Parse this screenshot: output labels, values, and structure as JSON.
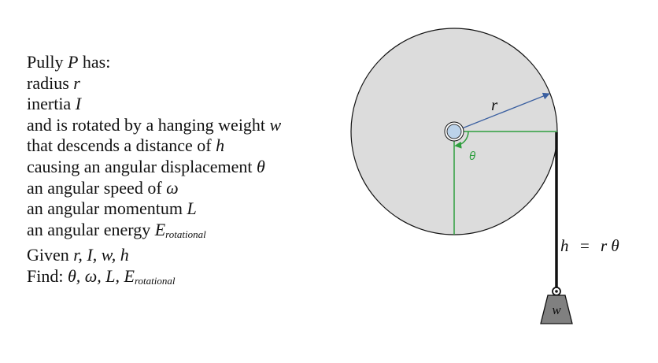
{
  "problem": {
    "line1": {
      "pre": "Pully ",
      "var": "P",
      "post": " has:"
    },
    "line2": {
      "pre": "radius ",
      "var": "r"
    },
    "line3": {
      "pre": "inertia ",
      "var": "I"
    },
    "line4": {
      "pre": "and is rotated by a hanging weight ",
      "var": "w"
    },
    "line5": {
      "pre": "that descends a distance of ",
      "var": "h"
    },
    "line6": {
      "pre": "causing an angular displacement ",
      "var": "θ"
    },
    "line7": {
      "pre": "an angular speed of ",
      "var": "ω"
    },
    "line8": {
      "pre": "an angular momentum ",
      "var": "L"
    },
    "line9": {
      "pre": "an angular energy ",
      "var": "E",
      "sub": "rotational"
    },
    "line10": {
      "pre": "Given ",
      "vars": "r, I, w, h"
    },
    "line11": {
      "pre": "Find: ",
      "vars": "θ, ω, L, E",
      "sub": "rotational"
    }
  },
  "diagram": {
    "radius_label": "r",
    "angle_label": "θ",
    "weight_label": "w",
    "equation_h": "h",
    "equation_eq": "=",
    "equation_rhs": "r θ"
  },
  "colors": {
    "disk_fill": "#dcdcdc",
    "radius_arrow": "#3a5fa0",
    "angle_lines": "#2e9e3e",
    "hub_fill": "#bcd3ea",
    "weight_fill": "#808080",
    "rope": "#111111"
  }
}
